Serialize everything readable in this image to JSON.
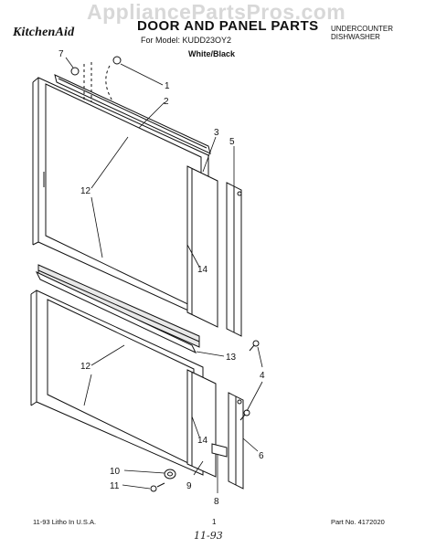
{
  "watermark": "AppliancePartsPros.com",
  "header": {
    "brand": "KitchenAid",
    "title": "DOOR AND PANEL PARTS",
    "model": "For Model: KUDD23OY2",
    "color": "White/Black",
    "category_line1": "UNDERCOUNTER",
    "category_line2": "DISHWASHER"
  },
  "callouts": [
    "1",
    "2",
    "3",
    "5",
    "7",
    "12",
    "14",
    "13",
    "4",
    "12",
    "14",
    "6",
    "10",
    "11",
    "9",
    "8"
  ],
  "footer": {
    "left": "11-93 Litho In U.S.A.",
    "page": "1",
    "part_no": "Part No. 4172020",
    "handwritten": "11-93"
  }
}
